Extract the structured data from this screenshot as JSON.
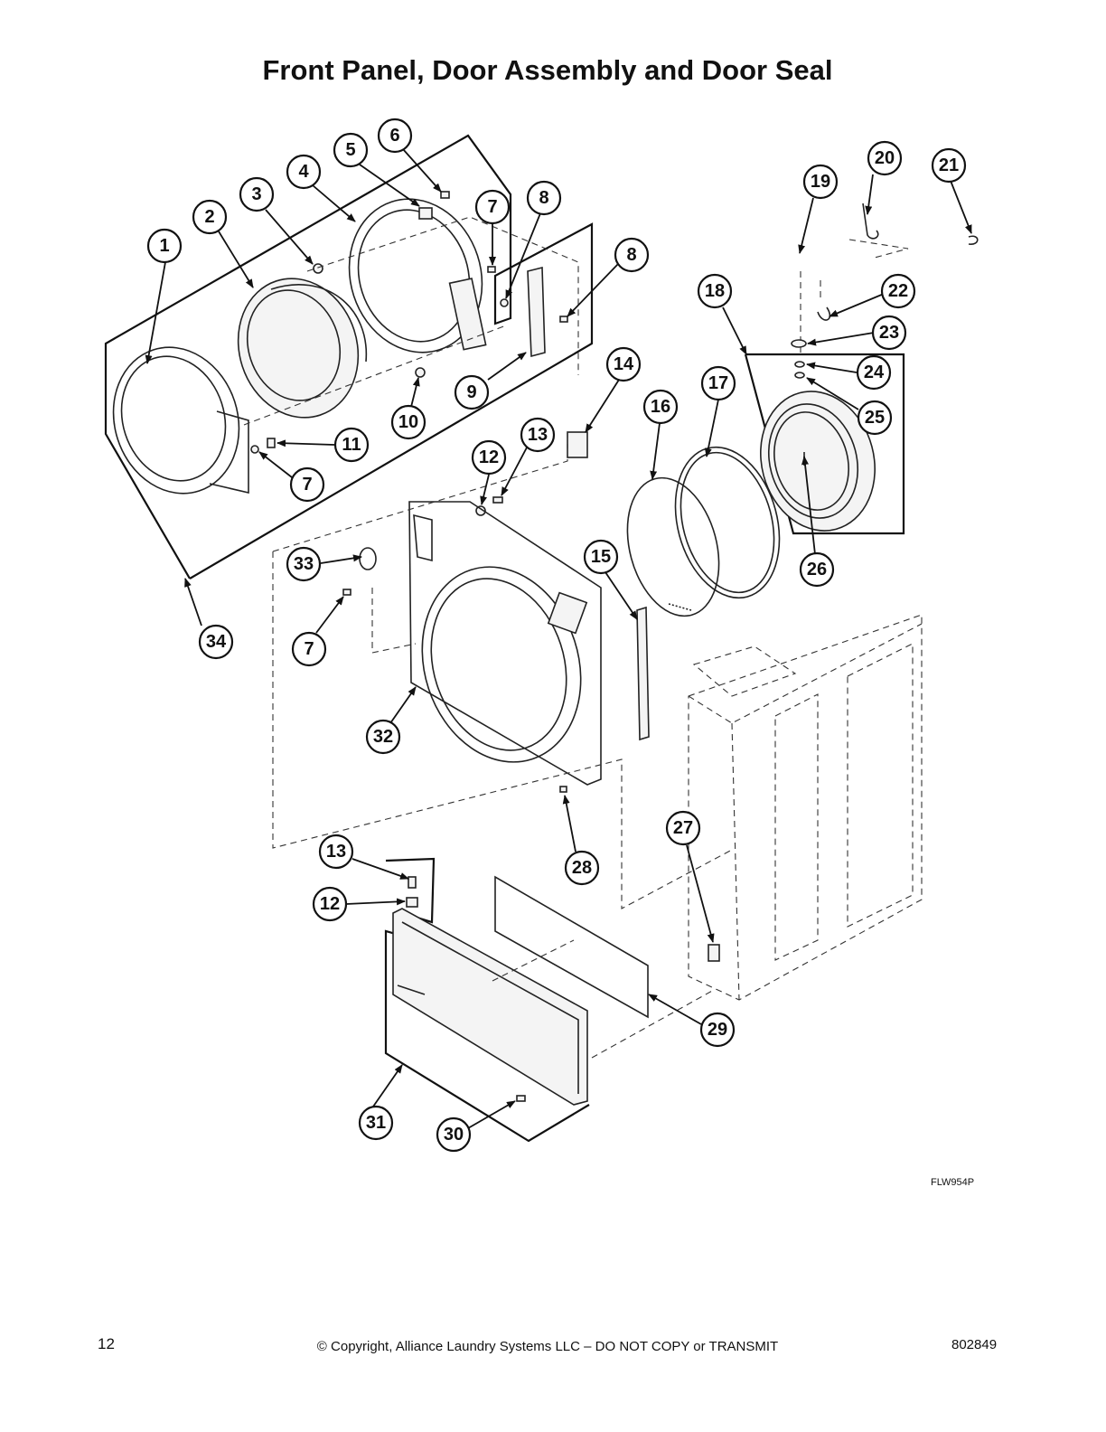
{
  "header": {
    "title": "Front Panel, Door Assembly and Door Seal"
  },
  "diagram": {
    "callouts": [
      "1",
      "2",
      "3",
      "4",
      "5",
      "6",
      "7",
      "8",
      "8",
      "9",
      "10",
      "11",
      "7",
      "12",
      "13",
      "14",
      "15",
      "16",
      "17",
      "18",
      "19",
      "20",
      "21",
      "22",
      "23",
      "24",
      "25",
      "26",
      "33",
      "7",
      "34",
      "32",
      "28",
      "27",
      "13",
      "12",
      "29",
      "31",
      "30"
    ],
    "drawing_code": "FLW954P"
  },
  "footer": {
    "page_number": "12",
    "copyright": "© Copyright, Alliance Laundry Systems LLC – DO NOT COPY or TRANSMIT",
    "doc_number": "802849"
  }
}
